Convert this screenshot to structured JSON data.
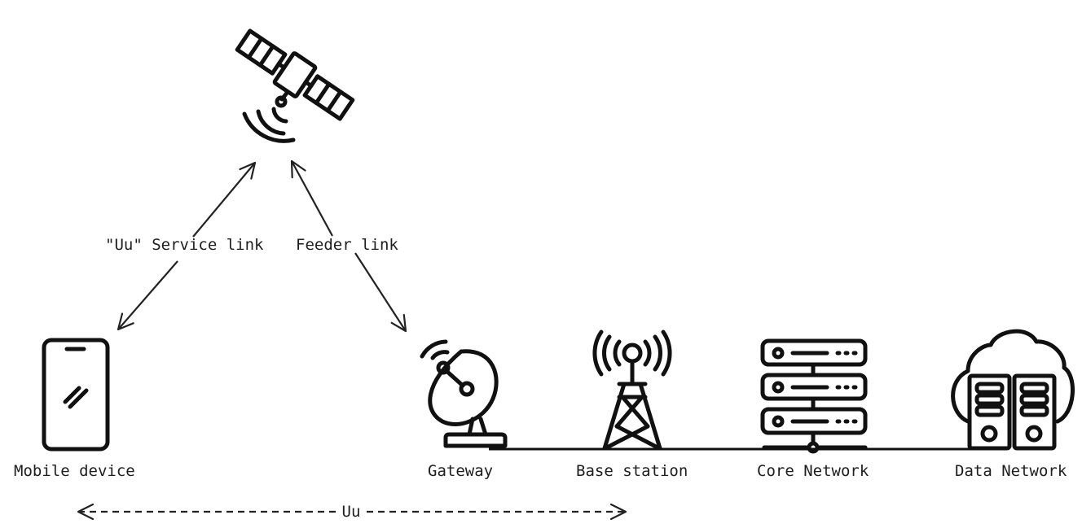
{
  "diagram": {
    "labels": {
      "mobile": "Mobile device",
      "gateway": "Gateway",
      "base_station": "Base station",
      "core": "Core Network",
      "data": "Data Network",
      "service_link": "\"Uu\" Service link",
      "feeder_link": "Feeder link",
      "uu": "Uu"
    },
    "colors": {
      "ink": "#111111",
      "text": "#1e1e1e",
      "background": "#ffffff"
    }
  }
}
